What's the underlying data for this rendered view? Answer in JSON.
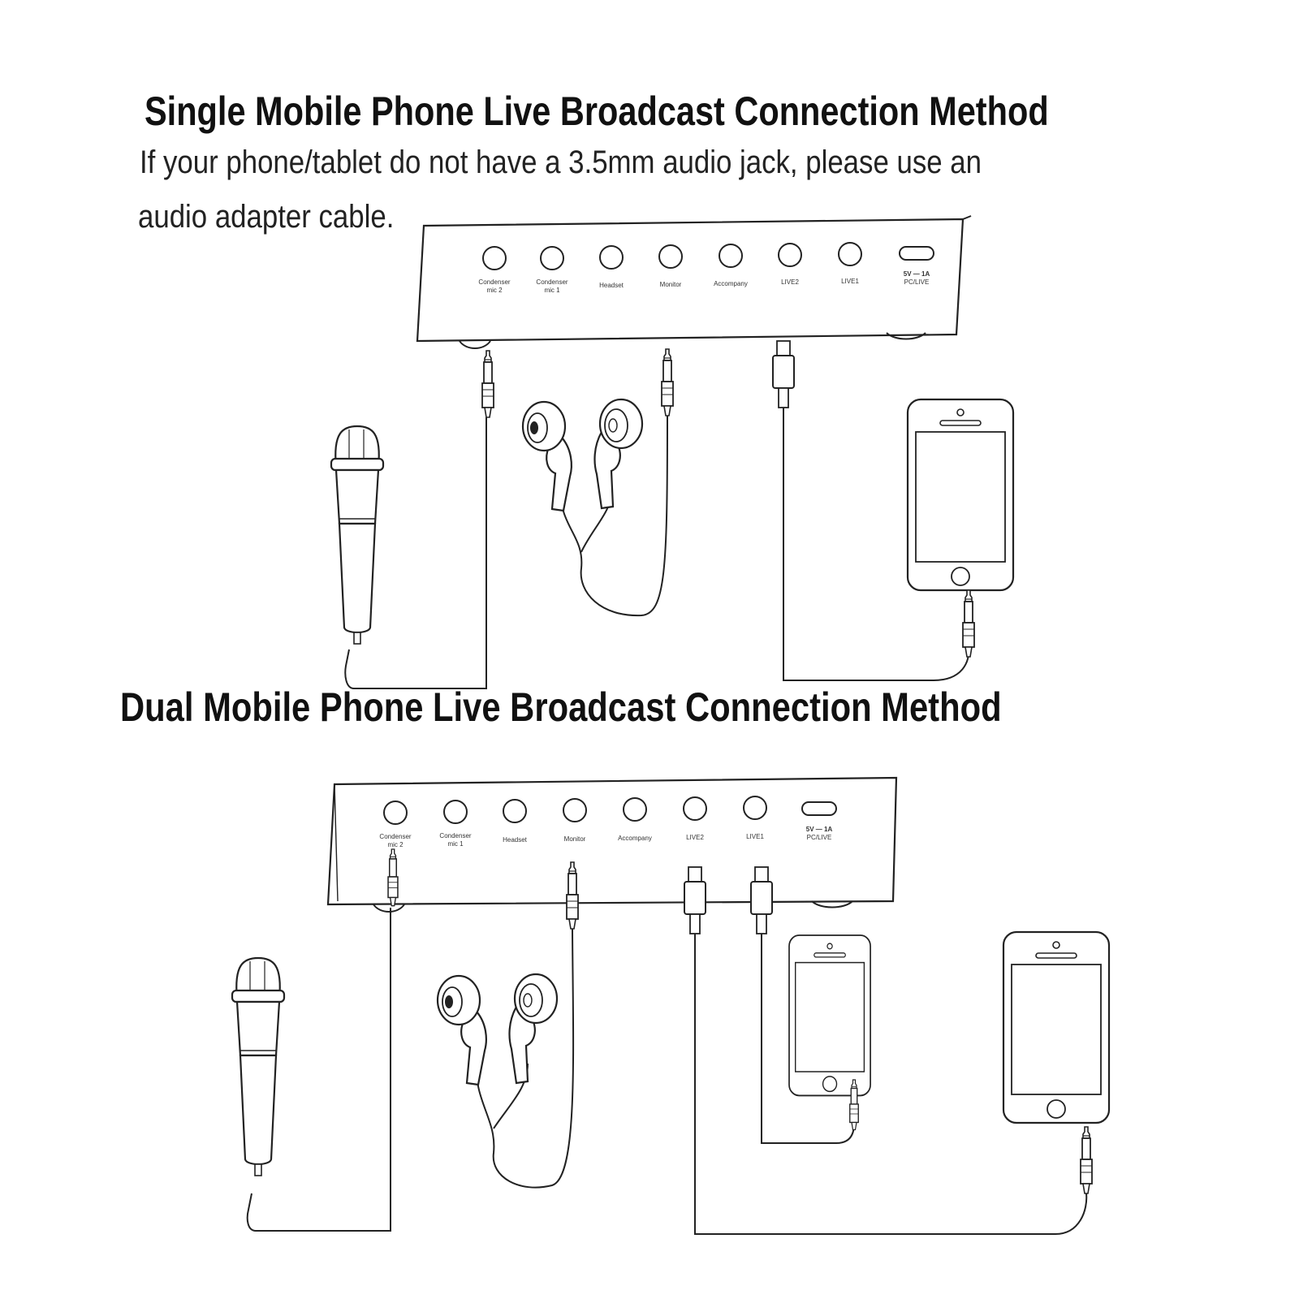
{
  "single": {
    "title": "Single Mobile Phone Live Broadcast Connection Method",
    "note_line1": "If your phone/tablet do not have a 3.5mm audio jack, please use an",
    "note_line2": "audio adapter cable."
  },
  "dual": {
    "title": "Dual Mobile Phone Live Broadcast Connection Method"
  },
  "device_ports": [
    {
      "line1": "Condenser",
      "line2": "mic 2"
    },
    {
      "line1": "Condenser",
      "line2": "mic 1"
    },
    {
      "line1": "Headset",
      "line2": ""
    },
    {
      "line1": "Monitor",
      "line2": ""
    },
    {
      "line1": "Accompany",
      "line2": ""
    },
    {
      "line1": "LIVE2",
      "line2": ""
    },
    {
      "line1": "LIVE1",
      "line2": ""
    },
    {
      "line1": "5V — 1A",
      "line2": "PC/LIVE"
    }
  ],
  "colors": {
    "line": "#222222",
    "background": "#ffffff"
  },
  "icons": [
    "microphone-icon",
    "earphones-icon",
    "smartphone-icon",
    "audio-plug-icon",
    "usb-plug-icon"
  ]
}
